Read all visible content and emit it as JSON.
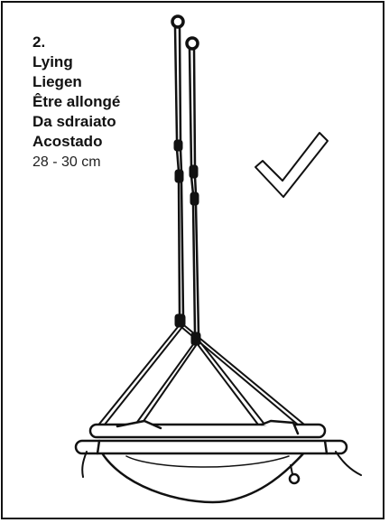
{
  "instruction": {
    "step_number": "2.",
    "position_names": [
      "Lying",
      "Liegen",
      "Être allongé",
      "Da sdraiato",
      "Acostado"
    ],
    "height_range": "28 - 30 cm"
  },
  "illustration": {
    "subject": "hanging-nest-swing-icon",
    "status": "approved",
    "status_icon": "checkmark-icon",
    "line_color": "#111111"
  }
}
